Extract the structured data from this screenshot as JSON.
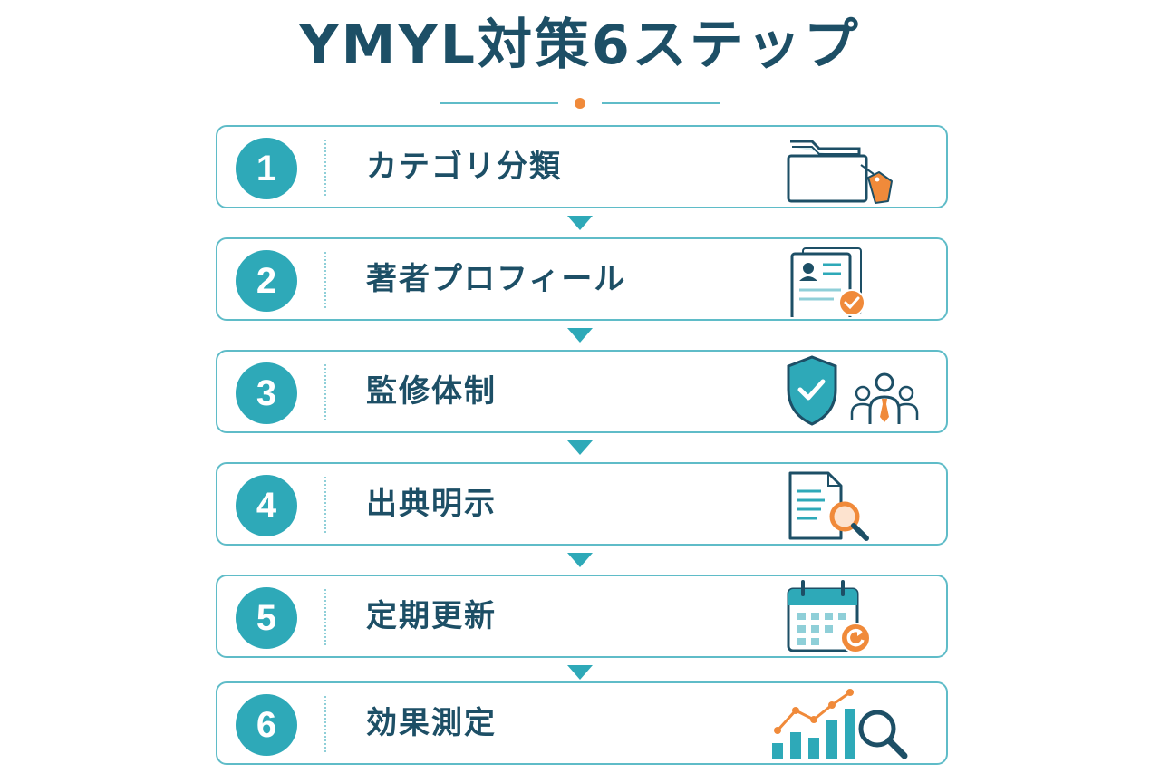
{
  "title": "YMYL対策6ステップ",
  "colors": {
    "navy": "#1d4f66",
    "teal": "#2ea9b8",
    "border": "#5fbcc8",
    "orange": "#f08a3a"
  },
  "steps": [
    {
      "number": "1",
      "label": "カテゴリ分類",
      "icon": "folder-tag-icon"
    },
    {
      "number": "2",
      "label": "著者プロフィール",
      "icon": "profile-check-icon"
    },
    {
      "number": "3",
      "label": "監修体制",
      "icon": "shield-team-icon"
    },
    {
      "number": "4",
      "label": "出典明示",
      "icon": "document-search-icon"
    },
    {
      "number": "5",
      "label": "定期更新",
      "icon": "calendar-refresh-icon"
    },
    {
      "number": "6",
      "label": "効果測定",
      "icon": "chart-search-icon"
    }
  ]
}
